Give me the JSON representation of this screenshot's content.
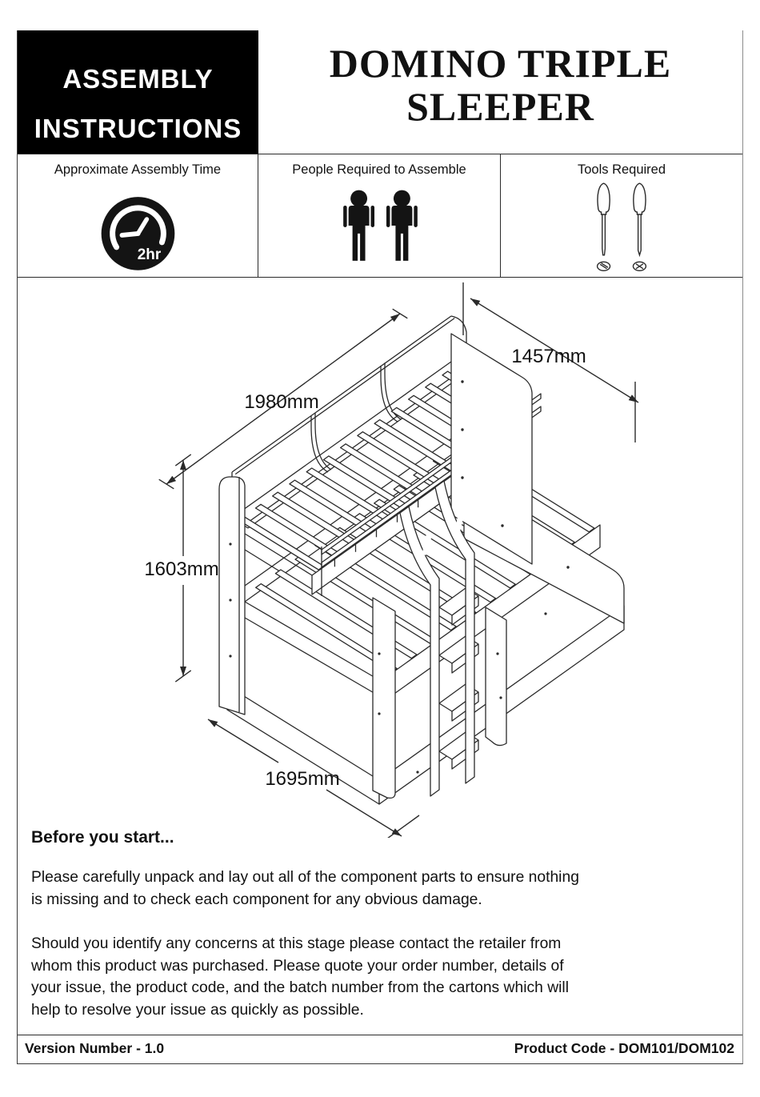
{
  "header": {
    "badge_line1": "ASSEMBLY",
    "badge_line2": "INSTRUCTIONS",
    "title_line1": "DOMINO TRIPLE",
    "title_line2": "SLEEPER"
  },
  "info_row": {
    "assembly_time": {
      "label": "Approximate Assembly Time",
      "duration": "2hr",
      "icon": "clock-timer-icon"
    },
    "people": {
      "label": "People Required to Assemble",
      "count": 2,
      "icon": "person-icon"
    },
    "tools": {
      "label": "Tools Required",
      "icons": [
        "flathead-screwdriver-icon",
        "phillips-screwdriver-icon"
      ]
    }
  },
  "diagram": {
    "description": "Isometric line drawing of the Domino triple sleeper bunk bed with rear shelf unit, slatted bases, guard rail, side panels and front staircase",
    "dimensions": {
      "length": "1980mm",
      "width": "1457mm",
      "height": "1603mm",
      "depth": "1695mm"
    }
  },
  "before_you_start": {
    "heading": "Before you start...",
    "paragraph1_lines": [
      "Please carefully unpack and lay out all of the component parts to ensure nothing",
      "is missing and to check each component for any obvious damage."
    ],
    "paragraph2_lines": [
      "Should you identify any concerns at this stage please contact the retailer from",
      "whom this product was purchased. Please quote your order number, details of",
      "your issue, the product code, and the batch number from the cartons which will",
      "help to resolve your issue as quickly as possible."
    ]
  },
  "footer": {
    "version": "Version Number - 1.0",
    "product_code": "Product Code - DOM101/DOM102"
  },
  "colors": {
    "ink": "#111111",
    "line": "#2a2a2a",
    "badge_bg": "#000000",
    "badge_text": "#ffffff"
  }
}
